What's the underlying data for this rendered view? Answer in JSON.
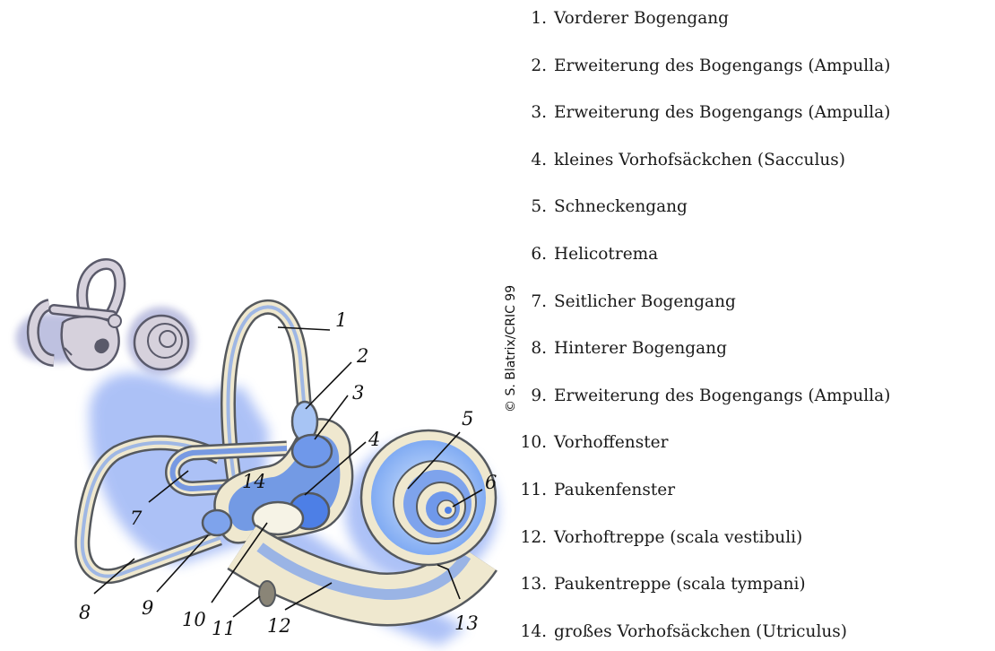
{
  "credit": "© S. Blatrix/CRIC 99",
  "callouts": [
    "1",
    "2",
    "3",
    "4",
    "5",
    "6",
    "7",
    "8",
    "9",
    "10",
    "11",
    "12",
    "13",
    "14"
  ],
  "legend": [
    {
      "num": "1.",
      "text": "Vorderer Bogengang"
    },
    {
      "num": "2.",
      "text": "Erweiterung des Bogengangs (Ampulla)"
    },
    {
      "num": "3.",
      "text": "Erweiterung des Bogengangs (Ampulla)"
    },
    {
      "num": "4.",
      "text": "kleines Vorhofsäckchen (Sacculus)"
    },
    {
      "num": "5.",
      "text": "Schneckengang"
    },
    {
      "num": "6.",
      "text": "Helicotrema"
    },
    {
      "num": "7.",
      "text": "Seitlicher Bogengang"
    },
    {
      "num": "8.",
      "text": "Hinterer Bogengang"
    },
    {
      "num": "9.",
      "text": "Erweiterung des Bogengangs (Ampulla)"
    },
    {
      "num": "10.",
      "text": "Vorhoffenster"
    },
    {
      "num": "11.",
      "text": "Paukenfenster"
    },
    {
      "num": "12.",
      "text": "Vorhoftreppe (scala vestibuli)"
    },
    {
      "num": "13.",
      "text": "Paukentreppe (scala tympani)"
    },
    {
      "num": "14.",
      "text": "großes Vorhofsäckchen (Utriculus)"
    }
  ]
}
